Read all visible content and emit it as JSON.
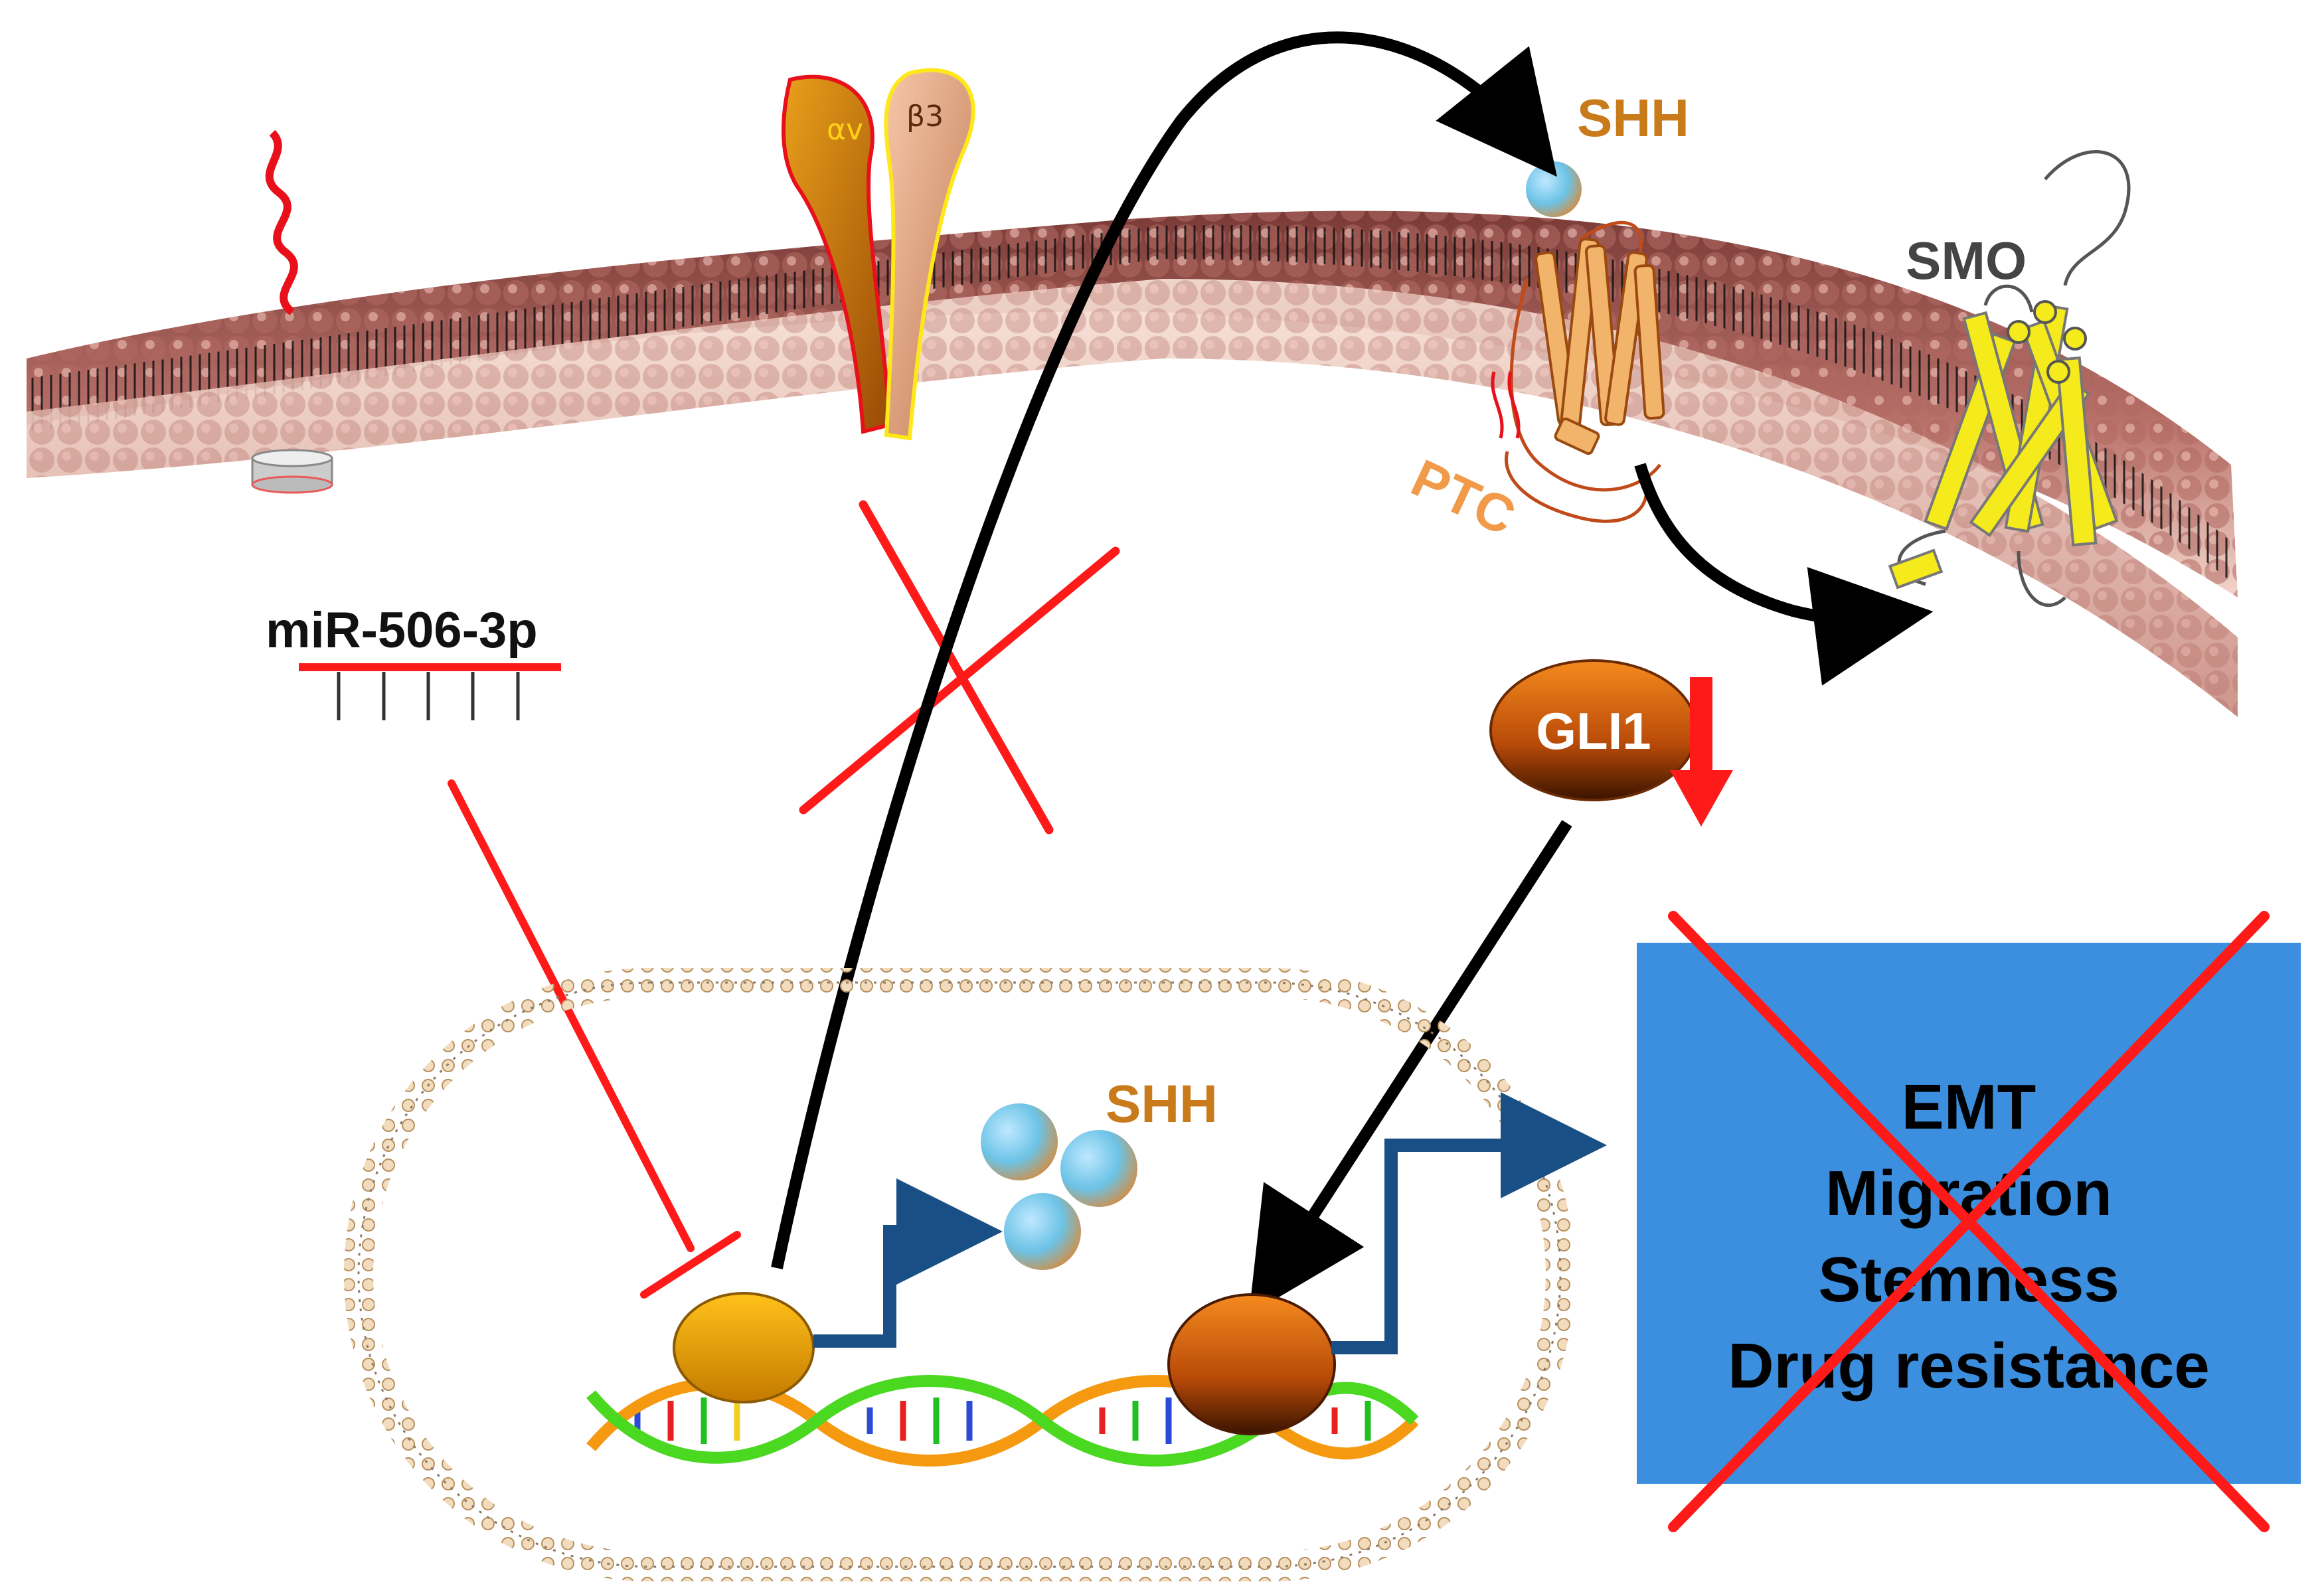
{
  "labels": {
    "shh_top": "SHH",
    "smo": "SMO",
    "ptc": "PTC",
    "mirna": "miR-506-3p",
    "gli1": "GLI1",
    "shh_nucleus": "SHH",
    "integrin_alpha": "αv",
    "integrin_beta": "β3"
  },
  "outcomes": [
    "EMT",
    "Migration",
    "Stemness",
    "Drug resistance"
  ],
  "colors": {
    "inhibit_red": "#ff1a1a",
    "arrow_black": "#000000",
    "transcription_blue": "#1a4f86",
    "outcome_box": "#3b8fde",
    "shh_label": "#c97a1a",
    "ptc_label": "#f09a4a",
    "smo_label": "#444444",
    "smo_protein": "#f5ea1c",
    "ptc_protein": "#f2b36a",
    "membrane_head": "#9a5a52"
  }
}
